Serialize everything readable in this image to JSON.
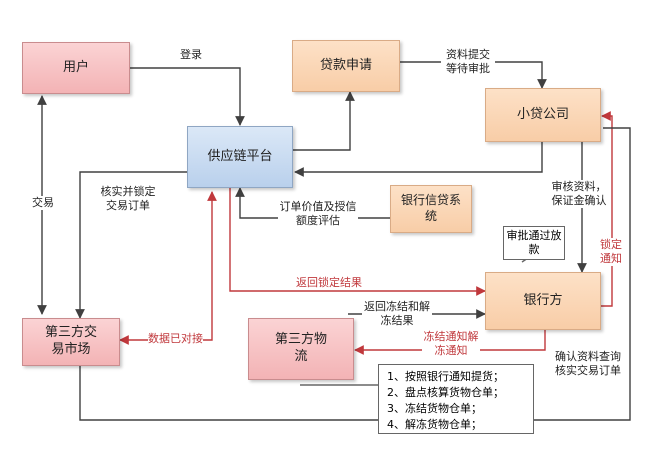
{
  "nodes": {
    "user": "用户",
    "platform": "供应链平台",
    "loan_application": "贷款申请",
    "microloan_company": "小贷公司",
    "bank_credit_system": "银行信贷系统",
    "bank": "银行方",
    "market": "第三方交易市场",
    "logistics": "第三方物流"
  },
  "edges": {
    "login": "登录",
    "submit_docs": "资料提交等待审批",
    "verify_lock_order": "核实并锁定交易订单",
    "trade": "交易",
    "order_valuation": "订单价值及授信额度评估",
    "review_docs": "审核资料，保证金确认",
    "lock_notice": "锁定通知",
    "return_lock_result": "返回锁定结果",
    "return_freeze_result": "返回冻结和解冻结果",
    "freeze_notice": "冻结通知解冻通知",
    "data_connected": "数据已对接",
    "confirm_docs": "确认资料查询核实交易订单",
    "approval_callout": "审批通过放款"
  },
  "notes": [
    "1、按照银行通知提货；",
    "2、盘点核算货物仓单；",
    "3、冻结货物仓单；",
    "4、解冻货物仓单；"
  ],
  "colors": {
    "red_box": "#f3b3b5",
    "orange_box": "#f8cda7",
    "blue_box": "#b9d0ec",
    "dark_arrow": "#404040",
    "red_arrow": "#c0383c"
  }
}
